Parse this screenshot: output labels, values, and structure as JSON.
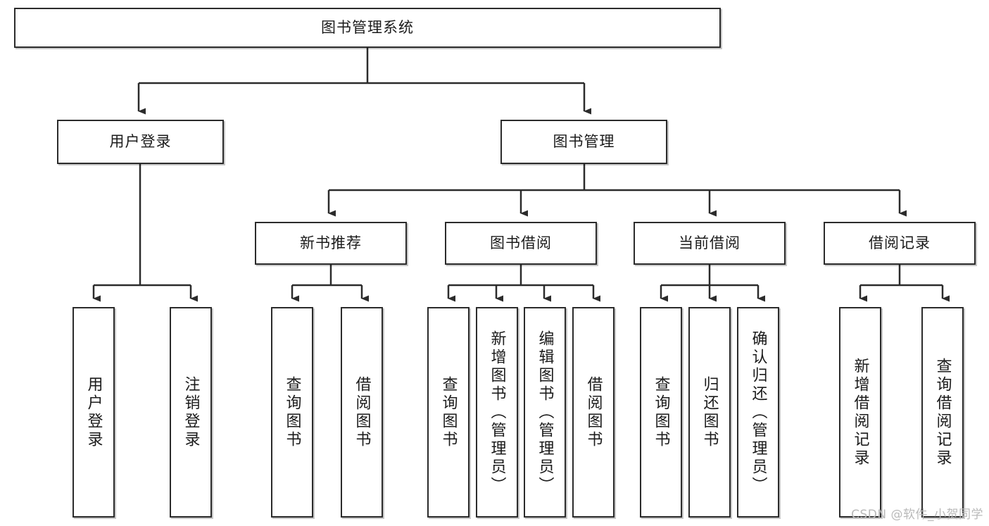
{
  "diagram": {
    "title": "图书管理系统",
    "type": "tree-hierarchy",
    "watermark": "CSDN @软件_小贺同学",
    "colors": {
      "box_border": "#2b2b2b",
      "box_fill": "#ffffff",
      "connector": "#2b2b2b",
      "text": "#1b1b1b",
      "watermark": "#b9b9b9"
    },
    "root": {
      "label": "图书管理系统"
    },
    "level2": [
      {
        "label": "用户登录"
      },
      {
        "label": "图书管理"
      }
    ],
    "level3": [
      {
        "label": "新书推荐"
      },
      {
        "label": "图书借阅"
      },
      {
        "label": "当前借阅"
      },
      {
        "label": "借阅记录"
      }
    ],
    "leaves": {
      "user_login": [
        {
          "label": "用户登录"
        },
        {
          "label": "注销登录"
        }
      ],
      "new_book": [
        {
          "label": "查询图书"
        },
        {
          "label": "借阅图书"
        }
      ],
      "borrow": [
        {
          "label": "查询图书"
        },
        {
          "label": "新增图书（管理员）"
        },
        {
          "label": "编辑图书（管理员）"
        },
        {
          "label": "借阅图书"
        }
      ],
      "current": [
        {
          "label": "查询图书"
        },
        {
          "label": "归还图书"
        },
        {
          "label": "确认归还（管理员）"
        }
      ],
      "records": [
        {
          "label": "新增借阅记录"
        },
        {
          "label": "查询借阅记录"
        }
      ]
    }
  }
}
